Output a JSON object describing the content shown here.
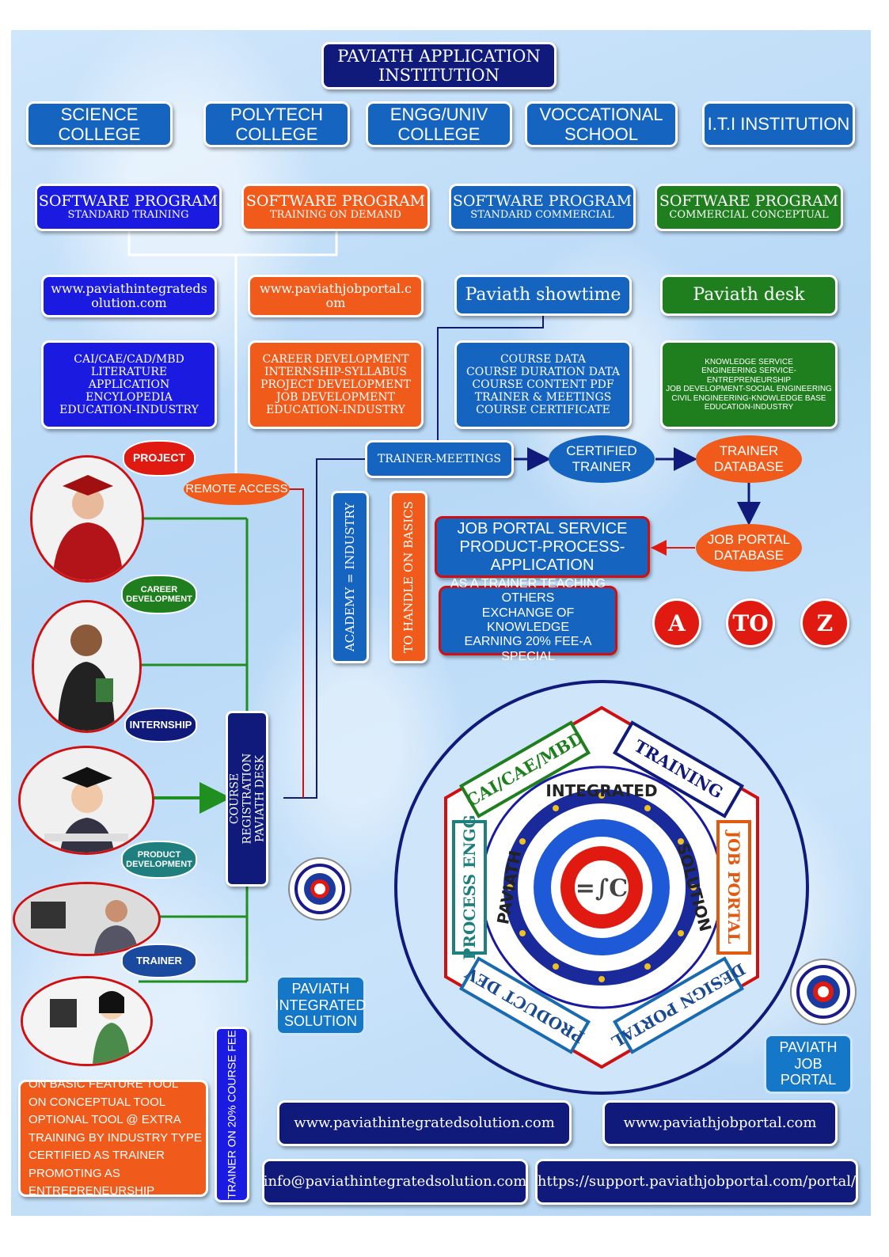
{
  "title": {
    "line1": "PAVIATH APPLICATION",
    "line2": "INSTITUTION"
  },
  "institutions": [
    "SCIENCE COLLEGE",
    "POLYTECH COLLEGE",
    "ENGG/UNIV COLLEGE",
    "VOCCATIONAL SCHOOL",
    "I.T.I INSTITUTION"
  ],
  "programs": [
    {
      "title": "SOFTWARE PROGRAM",
      "subtitle": "STANDARD TRAINING"
    },
    {
      "title": "SOFTWARE PROGRAM",
      "subtitle": "TRAINING ON DEMAND"
    },
    {
      "title": "SOFTWARE PROGRAM",
      "subtitle": "STANDARD COMMERCIAL"
    },
    {
      "title": "SOFTWARE PROGRAM",
      "subtitle": "COMMERCIAL CONCEPTUAL"
    }
  ],
  "links": [
    "www.paviathintegrateds\nolution.com",
    "www.paviathjobportal.c\nom",
    "Paviath showtime",
    "Paviath desk"
  ],
  "features": [
    "CAI/CAE/CAD/MBD\nLITERATURE\nAPPLICATION\nENCYLOPEDIA\nEDUCATION-INDUSTRY",
    "CAREER DEVELOPMENT\nINTERNSHIP-SYLLABUS\nPROJECT DEVELOPMENT\nJOB DEVELOPMENT\nEDUCATION-INDUSTRY",
    "COURSE DATA\nCOURSE DURATION DATA\nCOURSE CONTENT PDF\nTRAINER & MEETINGS\nCOURSE CERTIFICATE",
    "KNOWLEDGE SERVICE\nENGINEERING SERVICE-ENTREPRENEURSHIP\nJOB DEVELOPMENT-SOCIAL ENGINEERING\nCIVIL ENGINEERING-KNOWLEDGE BASE\nEDUCATION-INDUSTRY"
  ],
  "flow": {
    "trainer_meetings": "TRAINER-MEETINGS",
    "certified_trainer": "CERTIFIED\nTRAINER",
    "trainer_database": "TRAINER\nDATABASE",
    "job_portal_database": "JOB PORTAL\nDATABASE",
    "job_portal_service": "JOB PORTAL SERVICE\nPRODUCT-PROCESS-APPLICATION",
    "trainer_teaching": "AS A TRAINER TEACHING OTHERS\nEXCHANGE OF KNOWLEDGE\nEARNING 20% FEE-A SPECIAL",
    "remote_access": "REMOTE ACCESS",
    "academy_industry": "ACADEMY = INDUSTRY",
    "handle_basics": "TO HANDLE ON BASICS",
    "course_registration": "COURSE REGISTRATION\nPAVIATH DESK"
  },
  "a_to_z": [
    "A",
    "TO",
    "Z"
  ],
  "roles": [
    "PROJECT",
    "CAREER\nDEVELOPMENT",
    "INTERNSHIP",
    "PRODUCT\nDEVELOPMENT",
    "TRAINER"
  ],
  "emblem": {
    "segments": [
      "CAI/CAE/MBD",
      "TRAINING",
      "JOB PORTAL",
      "DESIGN PORTAL",
      "PRODUCT DEV",
      "PROCESS ENGG"
    ],
    "ring_text": [
      "INTEGRATED",
      "SOLUTION",
      "PAVIATH"
    ],
    "center": "=∫C"
  },
  "side_labels": {
    "integrated_solution": "PAVIATH\nINTEGRATED\nSOLUTION",
    "job_portal": "PAVIATH\nJOB\nPORTAL",
    "trainer_fee": "TRAINER ON 20% COURSE FEE"
  },
  "tools_list": "ON BASIC FEATURE TOOL\nON CONCEPTUAL TOOL\nOPTIONAL TOOL @ EXTRA\nTRAINING BY INDUSTRY TYPE\nCERTIFIED AS TRAINER\nPROMOTING AS ENTREPRENEURSHIP",
  "footer": {
    "site1": "www.paviathintegratedsolution.com",
    "site2": "www.paviathjobportal.com",
    "email": "info@paviathintegratedsolution.com",
    "support": "https://support.paviathjobportal.com/portal/"
  },
  "colors": {
    "navy": "#101a7a",
    "blue": "#1565c0",
    "orange": "#f05a1a",
    "green": "#1f7f1f",
    "red": "#e01a10",
    "background": "#c4e0f8"
  }
}
